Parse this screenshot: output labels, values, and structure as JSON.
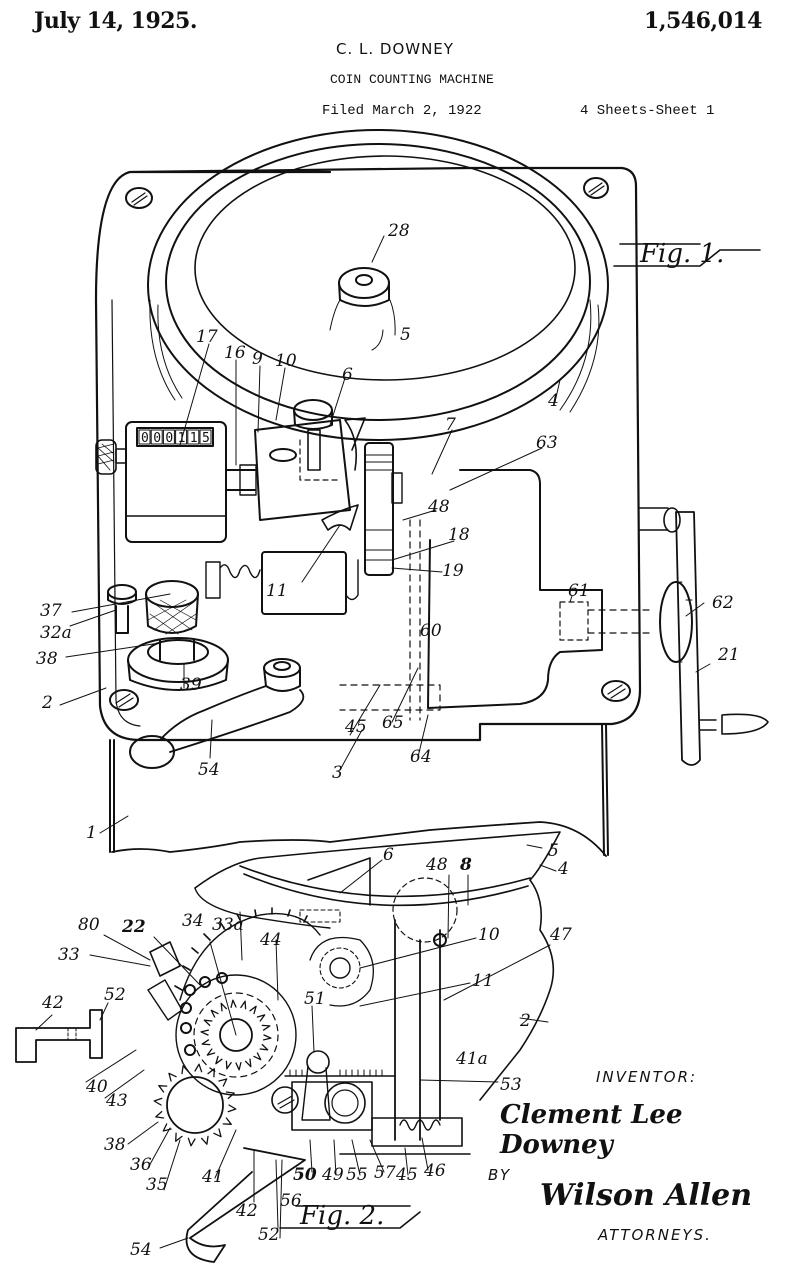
{
  "header": {
    "date": "July 14, 1925.",
    "patent_number": "1,546,014",
    "inventor_name": "C. L. DOWNEY",
    "title": "COIN COUNTING MACHINE",
    "filed": "Filed March 2, 1922",
    "sheets": "4 Sheets-Sheet 1"
  },
  "figures": {
    "fig1": {
      "label": "Fig. 1.",
      "counter_reading": [
        "0",
        "0",
        "0",
        "1",
        "1",
        "5"
      ],
      "reference_numerals": [
        "28",
        "5",
        "17",
        "16",
        "9",
        "10",
        "6",
        "4",
        "7",
        "63",
        "48",
        "18",
        "19",
        "11",
        "37",
        "32a",
        "38",
        "39",
        "2",
        "54",
        "45",
        "65",
        "3",
        "64",
        "60",
        "61",
        "62",
        "21",
        "1"
      ]
    },
    "fig2": {
      "label": "Fig. 2.",
      "reference_numerals": [
        "6",
        "48",
        "8",
        "5",
        "4",
        "10",
        "11",
        "47",
        "2",
        "41a",
        "53",
        "80",
        "22",
        "34",
        "33a",
        "44",
        "33",
        "42",
        "52",
        "40",
        "43",
        "51",
        "38",
        "36",
        "35",
        "41",
        "50",
        "49",
        "55",
        "57",
        "45",
        "46",
        "56",
        "42",
        "52",
        "54"
      ]
    }
  },
  "signature_block": {
    "inventor_caption": "INVENTOR:",
    "inventor_signature": "Clement Lee Downey",
    "by_caption": "BY",
    "attorney_signature": "Wilson Allen",
    "attorneys_caption": "ATTORNEYS."
  }
}
